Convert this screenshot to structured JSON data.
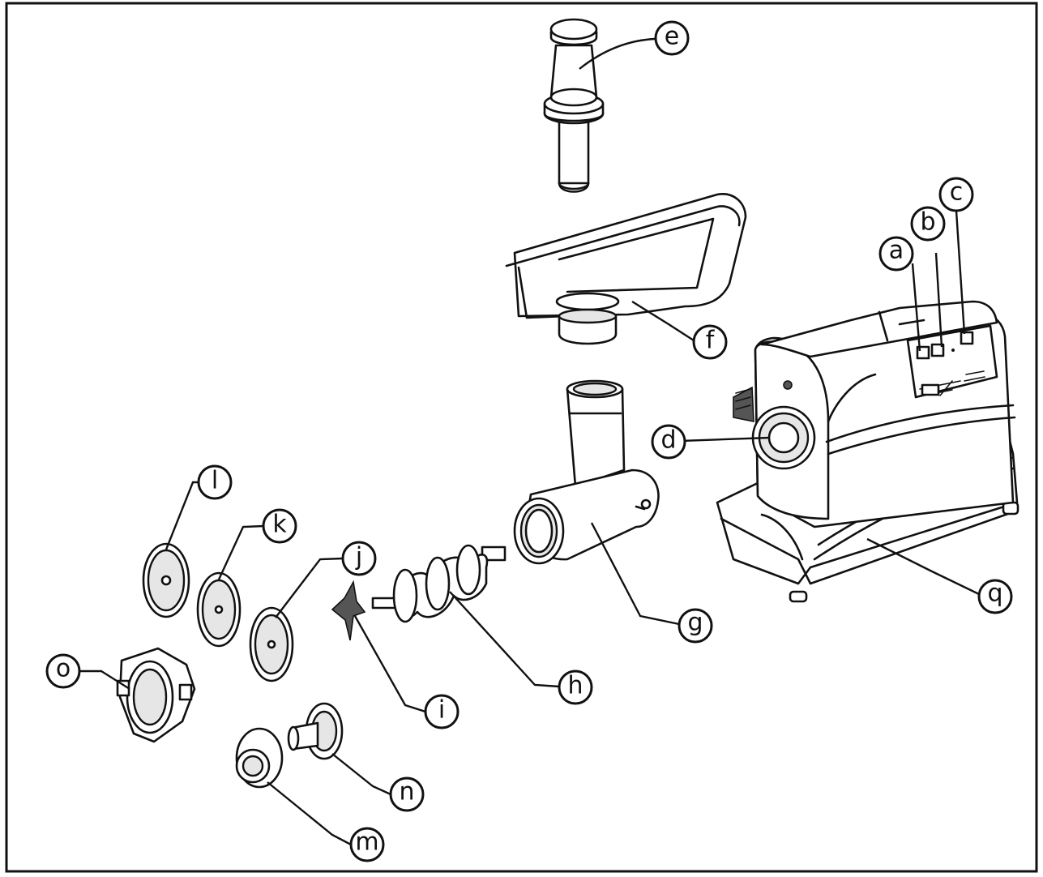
{
  "diagram": {
    "callouts": [
      {
        "id": "a",
        "label": "a",
        "part": "button-a"
      },
      {
        "id": "b",
        "label": "b",
        "part": "button-b"
      },
      {
        "id": "c",
        "label": "c",
        "part": "button-c"
      },
      {
        "id": "d",
        "label": "d",
        "part": "head-socket"
      },
      {
        "id": "e",
        "label": "e",
        "part": "pusher"
      },
      {
        "id": "f",
        "label": "f",
        "part": "hopper-tray"
      },
      {
        "id": "g",
        "label": "g",
        "part": "grinding-head"
      },
      {
        "id": "h",
        "label": "h",
        "part": "feed-screw"
      },
      {
        "id": "i",
        "label": "i",
        "part": "cutting-blade"
      },
      {
        "id": "j",
        "label": "j",
        "part": "plate-fine"
      },
      {
        "id": "k",
        "label": "k",
        "part": "plate-medium"
      },
      {
        "id": "l",
        "label": "l",
        "part": "plate-coarse"
      },
      {
        "id": "m",
        "label": "m",
        "part": "sausage-attachment"
      },
      {
        "id": "n",
        "label": "n",
        "part": "kibbe-attachment"
      },
      {
        "id": "o",
        "label": "o",
        "part": "ring-nut"
      },
      {
        "id": "q",
        "label": "q",
        "part": "motor-housing"
      }
    ]
  }
}
